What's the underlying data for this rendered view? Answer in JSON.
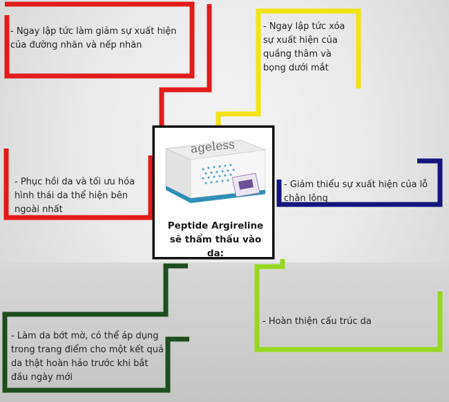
{
  "center": {
    "brand": "ageless",
    "title": "Peptide Argireline sẽ thẩm thấu vào da:"
  },
  "benefits": [
    {
      "text": "- Ngay lập tức làm giảm sự xuất hiện của đường nhăn và nếp nhăn",
      "color": "#e31b1b"
    },
    {
      "text": "- Ngay lập tức xóa sự xuất hiện của quầng thâm và bọng dưới mắt",
      "color": "#f2e313"
    },
    {
      "text": "- Phục hồi da và tối ưu hóa hình thái da thể hiện bên ngoài nhất",
      "color": "#e31b1b"
    },
    {
      "text": "- Giảm thiểu sự xuất hiện của lỗ chân lông",
      "color": "#15157e"
    },
    {
      "text": "- Làm da bớt mờ, có thể áp dụng trong trang điểm cho một kết quả da thật hoàn hảo trước khi bắt đầu ngày mới",
      "color": "#1f4d1f"
    },
    {
      "text": "- Hoàn thiện cấu trúc da",
      "color": "#97d81f"
    }
  ],
  "colors": {
    "red": "#e31b1b",
    "yellow": "#f2e313",
    "navy": "#15157e",
    "dark_green": "#1f4d1f",
    "lime": "#97d81f",
    "center_border": "#111111"
  }
}
